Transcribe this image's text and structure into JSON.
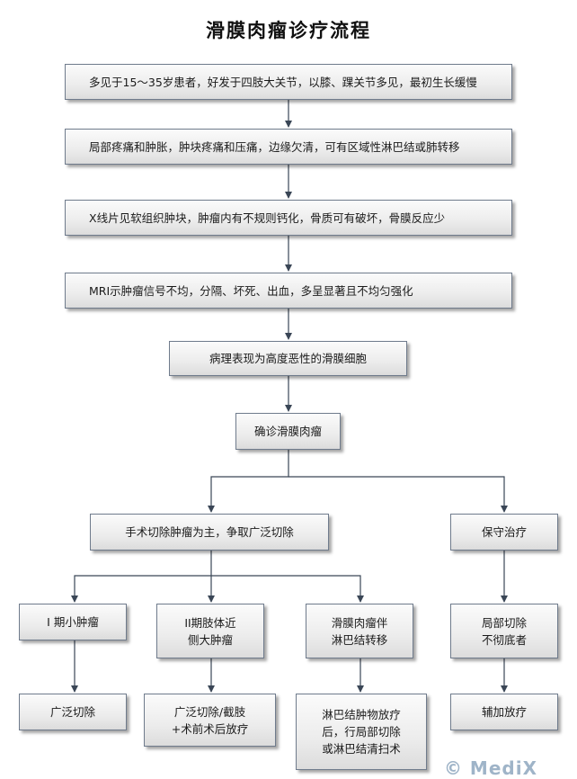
{
  "title": "滑膜肉瘤诊疗流程",
  "steps": {
    "step1": "多见于15～35岁患者，好发于四肢大关节，以膝、踝关节多见，最初生长缓慢",
    "step2": "局部疼痛和肿胀，肿块疼痛和压痛，边缘欠清，可有区域性淋巴结或肺转移",
    "step3": "X线片见软组织肿块，肿瘤内有不规则钙化，骨质可有破坏，骨膜反应少",
    "step4": "MRI示肿瘤信号不均，分隔、坏死、出血，多呈显著且不均匀强化",
    "step5": "病理表现为高度恶性的滑膜细胞",
    "step6": "确诊滑膜肉瘤"
  },
  "branches": {
    "surgery": "手术切除肿瘤为主，争取广泛切除",
    "conservative": "保守治疗"
  },
  "subtypes": {
    "stage1": "I 期小肿瘤",
    "stage2": "II期肢体近\n侧大肿瘤",
    "lymph": "滑膜肉瘤伴\n淋巴结转移",
    "local": "局部切除\n不彻底者"
  },
  "treatments": {
    "wide": "广泛切除",
    "wide_amp": "广泛切除/截肢\n+术前术后放疗",
    "lymph_tx": "淋巴结肿物放疗\n后，行局部切除\n或淋巴结清扫术",
    "adjuvant": "辅加放疗"
  },
  "watermark": "© MediX"
}
